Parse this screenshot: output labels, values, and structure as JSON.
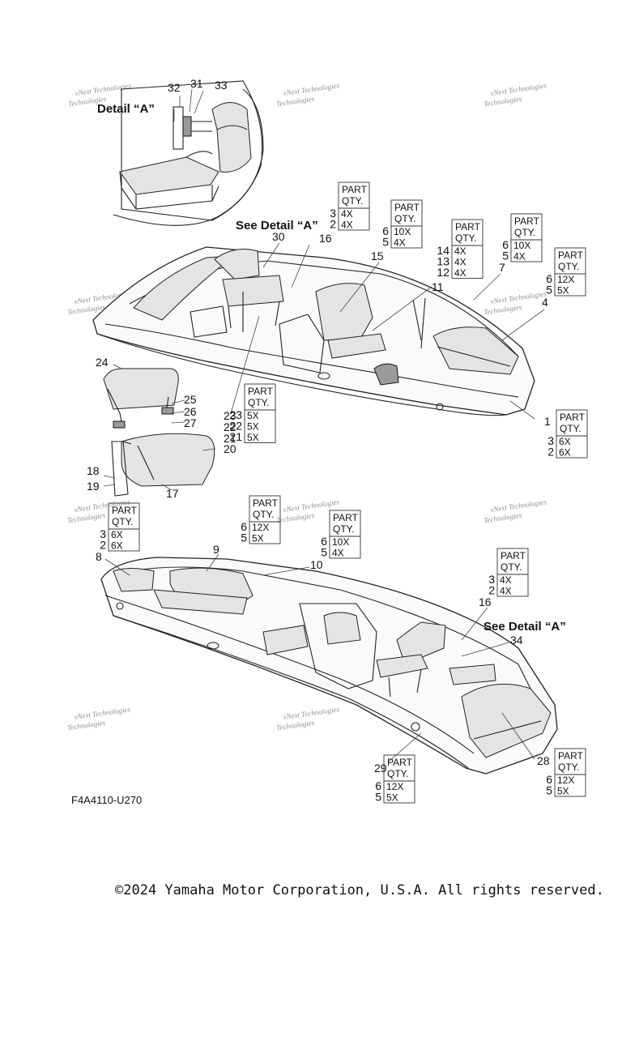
{
  "detail_title": "Detail “A”",
  "see_detail": "See Detail “A”",
  "diagram_code": "F4A4110-U270",
  "copyright": "©2024 Yamaha Motor Corporation, U.S.A. All rights reserved.",
  "watermark": {
    "line1": "vNext Technologies",
    "line2": "Technologies"
  },
  "qty_header": {
    "line1": "PART",
    "line2": "QTY."
  },
  "callouts": [
    "32",
    "31",
    "33",
    "30",
    "16",
    "15",
    "11",
    "7",
    "4",
    "1",
    "24",
    "25",
    "26",
    "27",
    "23",
    "22",
    "21",
    "20",
    "18",
    "19",
    "17",
    "8",
    "9",
    "10",
    "16",
    "34",
    "29",
    "28"
  ],
  "qty_tables": [
    {
      "rows": [
        {
          "part": "3",
          "qty": "4X"
        },
        {
          "part": "2",
          "qty": "4X"
        }
      ]
    },
    {
      "rows": [
        {
          "part": "6",
          "qty": "10X"
        },
        {
          "part": "5",
          "qty": "4X"
        }
      ]
    },
    {
      "rows": [
        {
          "part": "14",
          "qty": "4X"
        },
        {
          "part": "13",
          "qty": "4X"
        },
        {
          "part": "12",
          "qty": "4X"
        }
      ]
    },
    {
      "rows": [
        {
          "part": "6",
          "qty": "10X"
        },
        {
          "part": "5",
          "qty": "4X"
        }
      ]
    },
    {
      "rows": [
        {
          "part": "6",
          "qty": "12X"
        },
        {
          "part": "5",
          "qty": "5X"
        }
      ]
    },
    {
      "rows": [
        {
          "part": "3",
          "qty": "6X"
        },
        {
          "part": "2",
          "qty": "6X"
        }
      ]
    },
    {
      "rows": [
        {
          "part": "23",
          "qty": "5X"
        },
        {
          "part": "22",
          "qty": "5X"
        },
        {
          "part": "21",
          "qty": "5X"
        }
      ]
    },
    {
      "rows": [
        {
          "part": "3",
          "qty": "6X"
        },
        {
          "part": "2",
          "qty": "6X"
        }
      ]
    },
    {
      "rows": [
        {
          "part": "6",
          "qty": "12X"
        },
        {
          "part": "5",
          "qty": "5X"
        }
      ]
    },
    {
      "rows": [
        {
          "part": "6",
          "qty": "10X"
        },
        {
          "part": "5",
          "qty": "4X"
        }
      ]
    },
    {
      "rows": [
        {
          "part": "3",
          "qty": "4X"
        },
        {
          "part": "2",
          "qty": "4X"
        }
      ]
    },
    {
      "rows": [
        {
          "part": "6",
          "qty": "12X"
        },
        {
          "part": "5",
          "qty": "5X"
        }
      ]
    },
    {
      "rows": [
        {
          "part": "6",
          "qty": "12X"
        },
        {
          "part": "5",
          "qty": "5X"
        }
      ]
    }
  ]
}
